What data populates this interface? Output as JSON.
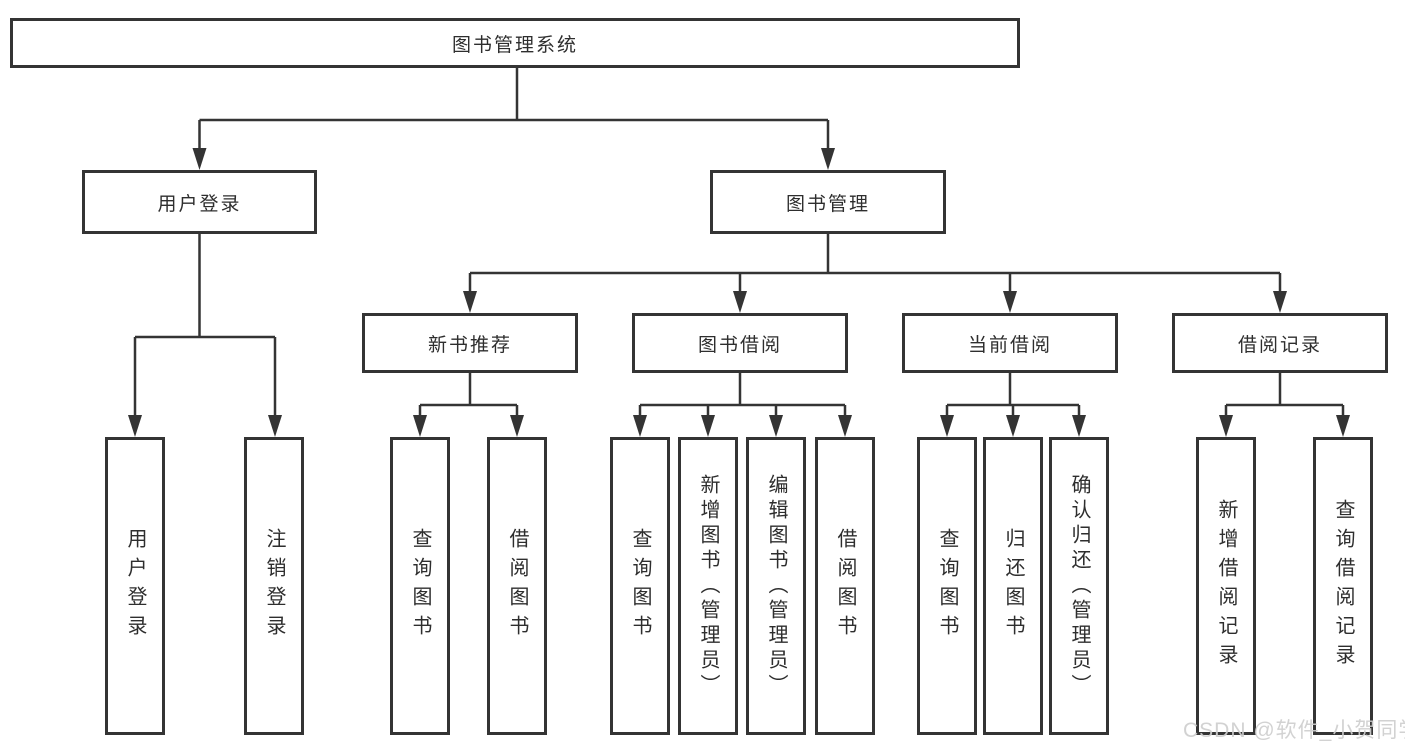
{
  "diagram": {
    "root": {
      "label": "图书管理系统"
    },
    "level2": [
      {
        "id": "user-login",
        "label": "用户登录"
      },
      {
        "id": "book-management",
        "label": "图书管理"
      }
    ],
    "level3": [
      {
        "id": "new-book-recommend",
        "label": "新书推荐"
      },
      {
        "id": "book-borrow",
        "label": "图书借阅"
      },
      {
        "id": "current-borrow",
        "label": "当前借阅"
      },
      {
        "id": "borrow-records",
        "label": "借阅记录"
      }
    ],
    "leaves": [
      {
        "id": "user-login",
        "label": "用户登录"
      },
      {
        "id": "logout",
        "label": "注销登录"
      },
      {
        "id": "query-books-recommend",
        "label": "查询图书"
      },
      {
        "id": "borrow-books-recommend",
        "label": "借阅图书"
      },
      {
        "id": "query-books-borrow",
        "label": "查询图书"
      },
      {
        "id": "add-book-admin",
        "label": "新增图书（管理员）"
      },
      {
        "id": "edit-book-admin",
        "label": "编辑图书（管理员）"
      },
      {
        "id": "borrow-books-borrow",
        "label": "借阅图书"
      },
      {
        "id": "query-books-current",
        "label": "查询图书"
      },
      {
        "id": "return-book",
        "label": "归还图书"
      },
      {
        "id": "confirm-return-admin",
        "label": "确认归还（管理员）"
      },
      {
        "id": "add-borrow-record",
        "label": "新增借阅记录"
      },
      {
        "id": "query-borrow-record",
        "label": "查询借阅记录"
      }
    ]
  },
  "watermark": {
    "text": "CSDN @软件_小贺同学"
  },
  "colors": {
    "line": "#343434",
    "text": "#2e2e2e",
    "watermark": "#cecece",
    "background": "#ffffff"
  }
}
